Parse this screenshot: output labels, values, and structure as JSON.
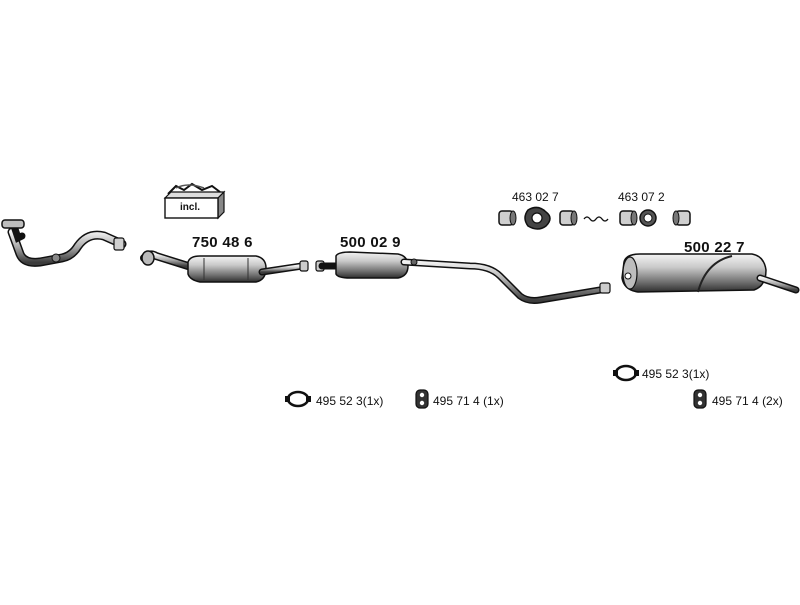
{
  "diagram": {
    "included_badge": "incl.",
    "parts": {
      "catalytic_converter": "750 48 6",
      "front_silencer": "500 02 9",
      "rear_silencer": "500 22 7"
    },
    "clamp_kits": {
      "left": "463 02 7",
      "right": "463 07 2"
    },
    "accessories": {
      "clamp_1": "495 52 3",
      "clamp_1_qty": "(1x)",
      "rubber_1": "495 71 4",
      "rubber_1_qty": "(1x)",
      "clamp_2": "495 52 3",
      "clamp_2_qty": "(1x)",
      "rubber_2": "495 71 4",
      "rubber_2_qty": "(2x)"
    },
    "colors": {
      "line": "#111111",
      "metal_light": "#d9d9d9",
      "metal_mid": "#9a9a9a",
      "metal_dark": "#4a4a4a"
    }
  }
}
